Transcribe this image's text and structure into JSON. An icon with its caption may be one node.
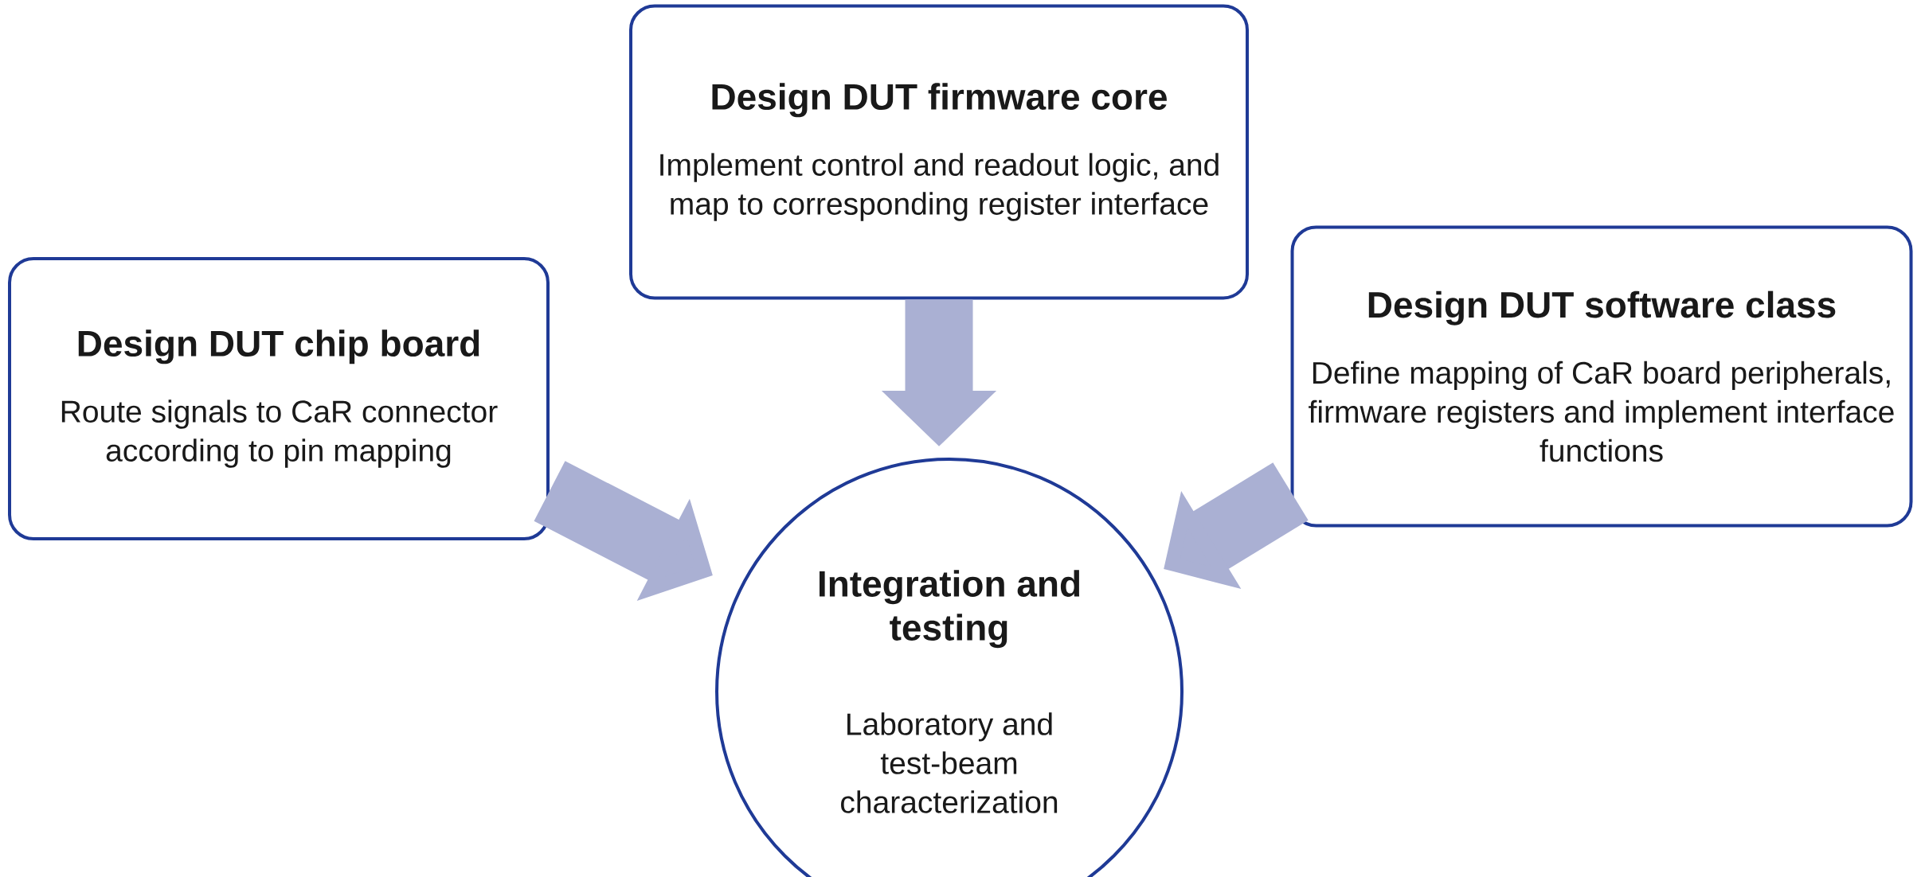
{
  "diagram": {
    "nodes": [
      {
        "text": [
          "Design DUT firmware core",
          "Implement control and readout logic, and map to corresponding register interface"
        ]
      },
      {
        "text": [
          "Design DUT chip board",
          "Route signals to CaR connector according to pin mapping"
        ]
      },
      {
        "text": [
          "Design DUT software class",
          "Define mapping of CaR board peripherals, firmware registers and implement interface functions"
        ]
      },
      {
        "text": [
          "Integration and testing",
          "Laboratory and test-beam characterization"
        ]
      }
    ],
    "edges": [
      {
        "from": 0,
        "to": 3,
        "arrow": "to"
      },
      {
        "from": 1,
        "to": 3,
        "arrow": "to"
      },
      {
        "from": 2,
        "to": 3,
        "arrow": "to"
      }
    ]
  }
}
